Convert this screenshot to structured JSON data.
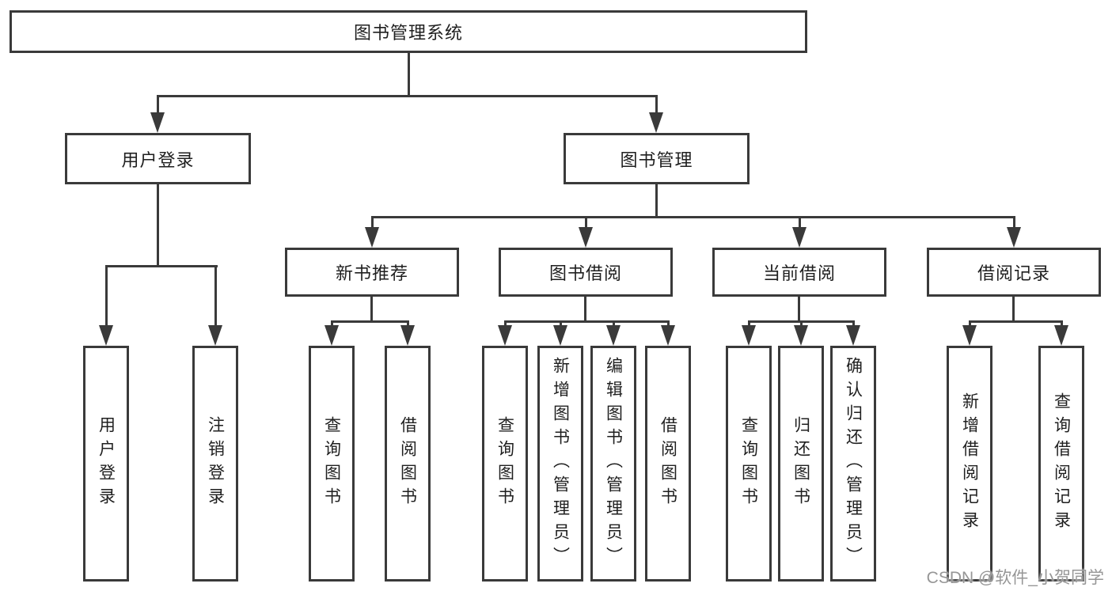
{
  "title": "图书管理系统",
  "watermark": "CSDN @软件_小贺同学",
  "colors": {
    "line": "#3a3a3a",
    "box_border": "#3a3a3a",
    "text": "#1f1f1f",
    "watermark": "#8d8d8d",
    "background": "#ffffff"
  },
  "tree": {
    "label": "图书管理系统",
    "children": [
      {
        "label": "用户登录",
        "children": [
          {
            "label": "用户登录"
          },
          {
            "label": "注销登录"
          }
        ]
      },
      {
        "label": "图书管理",
        "children": [
          {
            "label": "新书推荐",
            "children": [
              {
                "label": "查询图书"
              },
              {
                "label": "借阅图书"
              }
            ]
          },
          {
            "label": "图书借阅",
            "children": [
              {
                "label": "查询图书"
              },
              {
                "label": "新增图书（管理员）"
              },
              {
                "label": "编辑图书（管理员）"
              },
              {
                "label": "借阅图书"
              }
            ]
          },
          {
            "label": "当前借阅",
            "children": [
              {
                "label": "查询图书"
              },
              {
                "label": "归还图书"
              },
              {
                "label": "确认归还（管理员）"
              }
            ]
          },
          {
            "label": "借阅记录",
            "children": [
              {
                "label": "新增借阅记录"
              },
              {
                "label": "查询借阅记录"
              }
            ]
          }
        ]
      }
    ]
  }
}
